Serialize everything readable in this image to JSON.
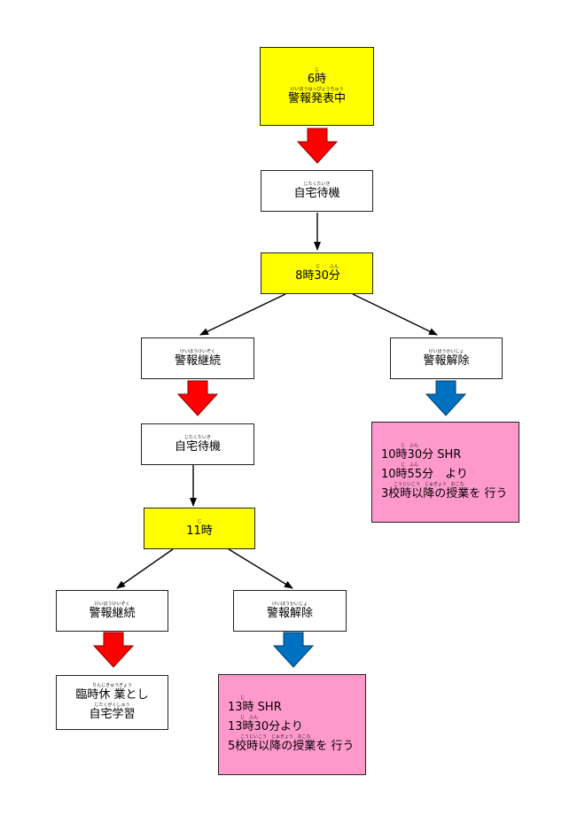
{
  "colors": {
    "yellow": "#ffff00",
    "pink": "#ff99cc",
    "red_arrow": "#ff0000",
    "blue_arrow": "#0070c0"
  },
  "nodes": {
    "warning_issued": {
      "line1": {
        "text": "6時",
        "ruby": "じ"
      },
      "line2": {
        "text": "警報発表中",
        "ruby": "けいほうはっぴょうちゅう"
      }
    },
    "home_wait_1": {
      "text": "自宅待機",
      "ruby": "じたくたいき"
    },
    "check_830": {
      "text": "8時30分",
      "ruby1": "じ",
      "ruby2": "ふん"
    },
    "warning_continues_1": {
      "text": "警報継続",
      "ruby": "けいほうけいぞく"
    },
    "warning_lifted_1": {
      "text": "警報解除",
      "ruby": "けいほうかいじょ"
    },
    "home_wait_2": {
      "text": "自宅待機",
      "ruby": "じたくたいき"
    },
    "result_lifted_830": {
      "line1": "10時30分 SHR",
      "line1_ruby": "じ　ふん",
      "line2": "10時55分　より",
      "line2_ruby": "じ　ふん",
      "line3": "3校時以降の授業を 行う",
      "line3_ruby": "こうじいこう　じゅぎょう　おこな"
    },
    "check_11": {
      "text": "11時",
      "ruby": "じ"
    },
    "warning_continues_2": {
      "text": "警報継続",
      "ruby": "けいほうけいぞく"
    },
    "warning_lifted_2": {
      "text": "警報解除",
      "ruby": "けいほうかいじょ"
    },
    "result_closure": {
      "line1": "臨時休 業とし",
      "line1_ruby": "りんじきゅうぎょう",
      "line2": "自宅学習",
      "line2_ruby": "じたくがくしゅう"
    },
    "result_lifted_11": {
      "line1": "13時 SHR",
      "line1_ruby": "じ",
      "line2": "13時30分より",
      "line2_ruby": "じ　ふん",
      "line3": "5校時以降の授業を 行う",
      "line3_ruby": "こうじいこう　じゅぎょう　おこな"
    }
  }
}
